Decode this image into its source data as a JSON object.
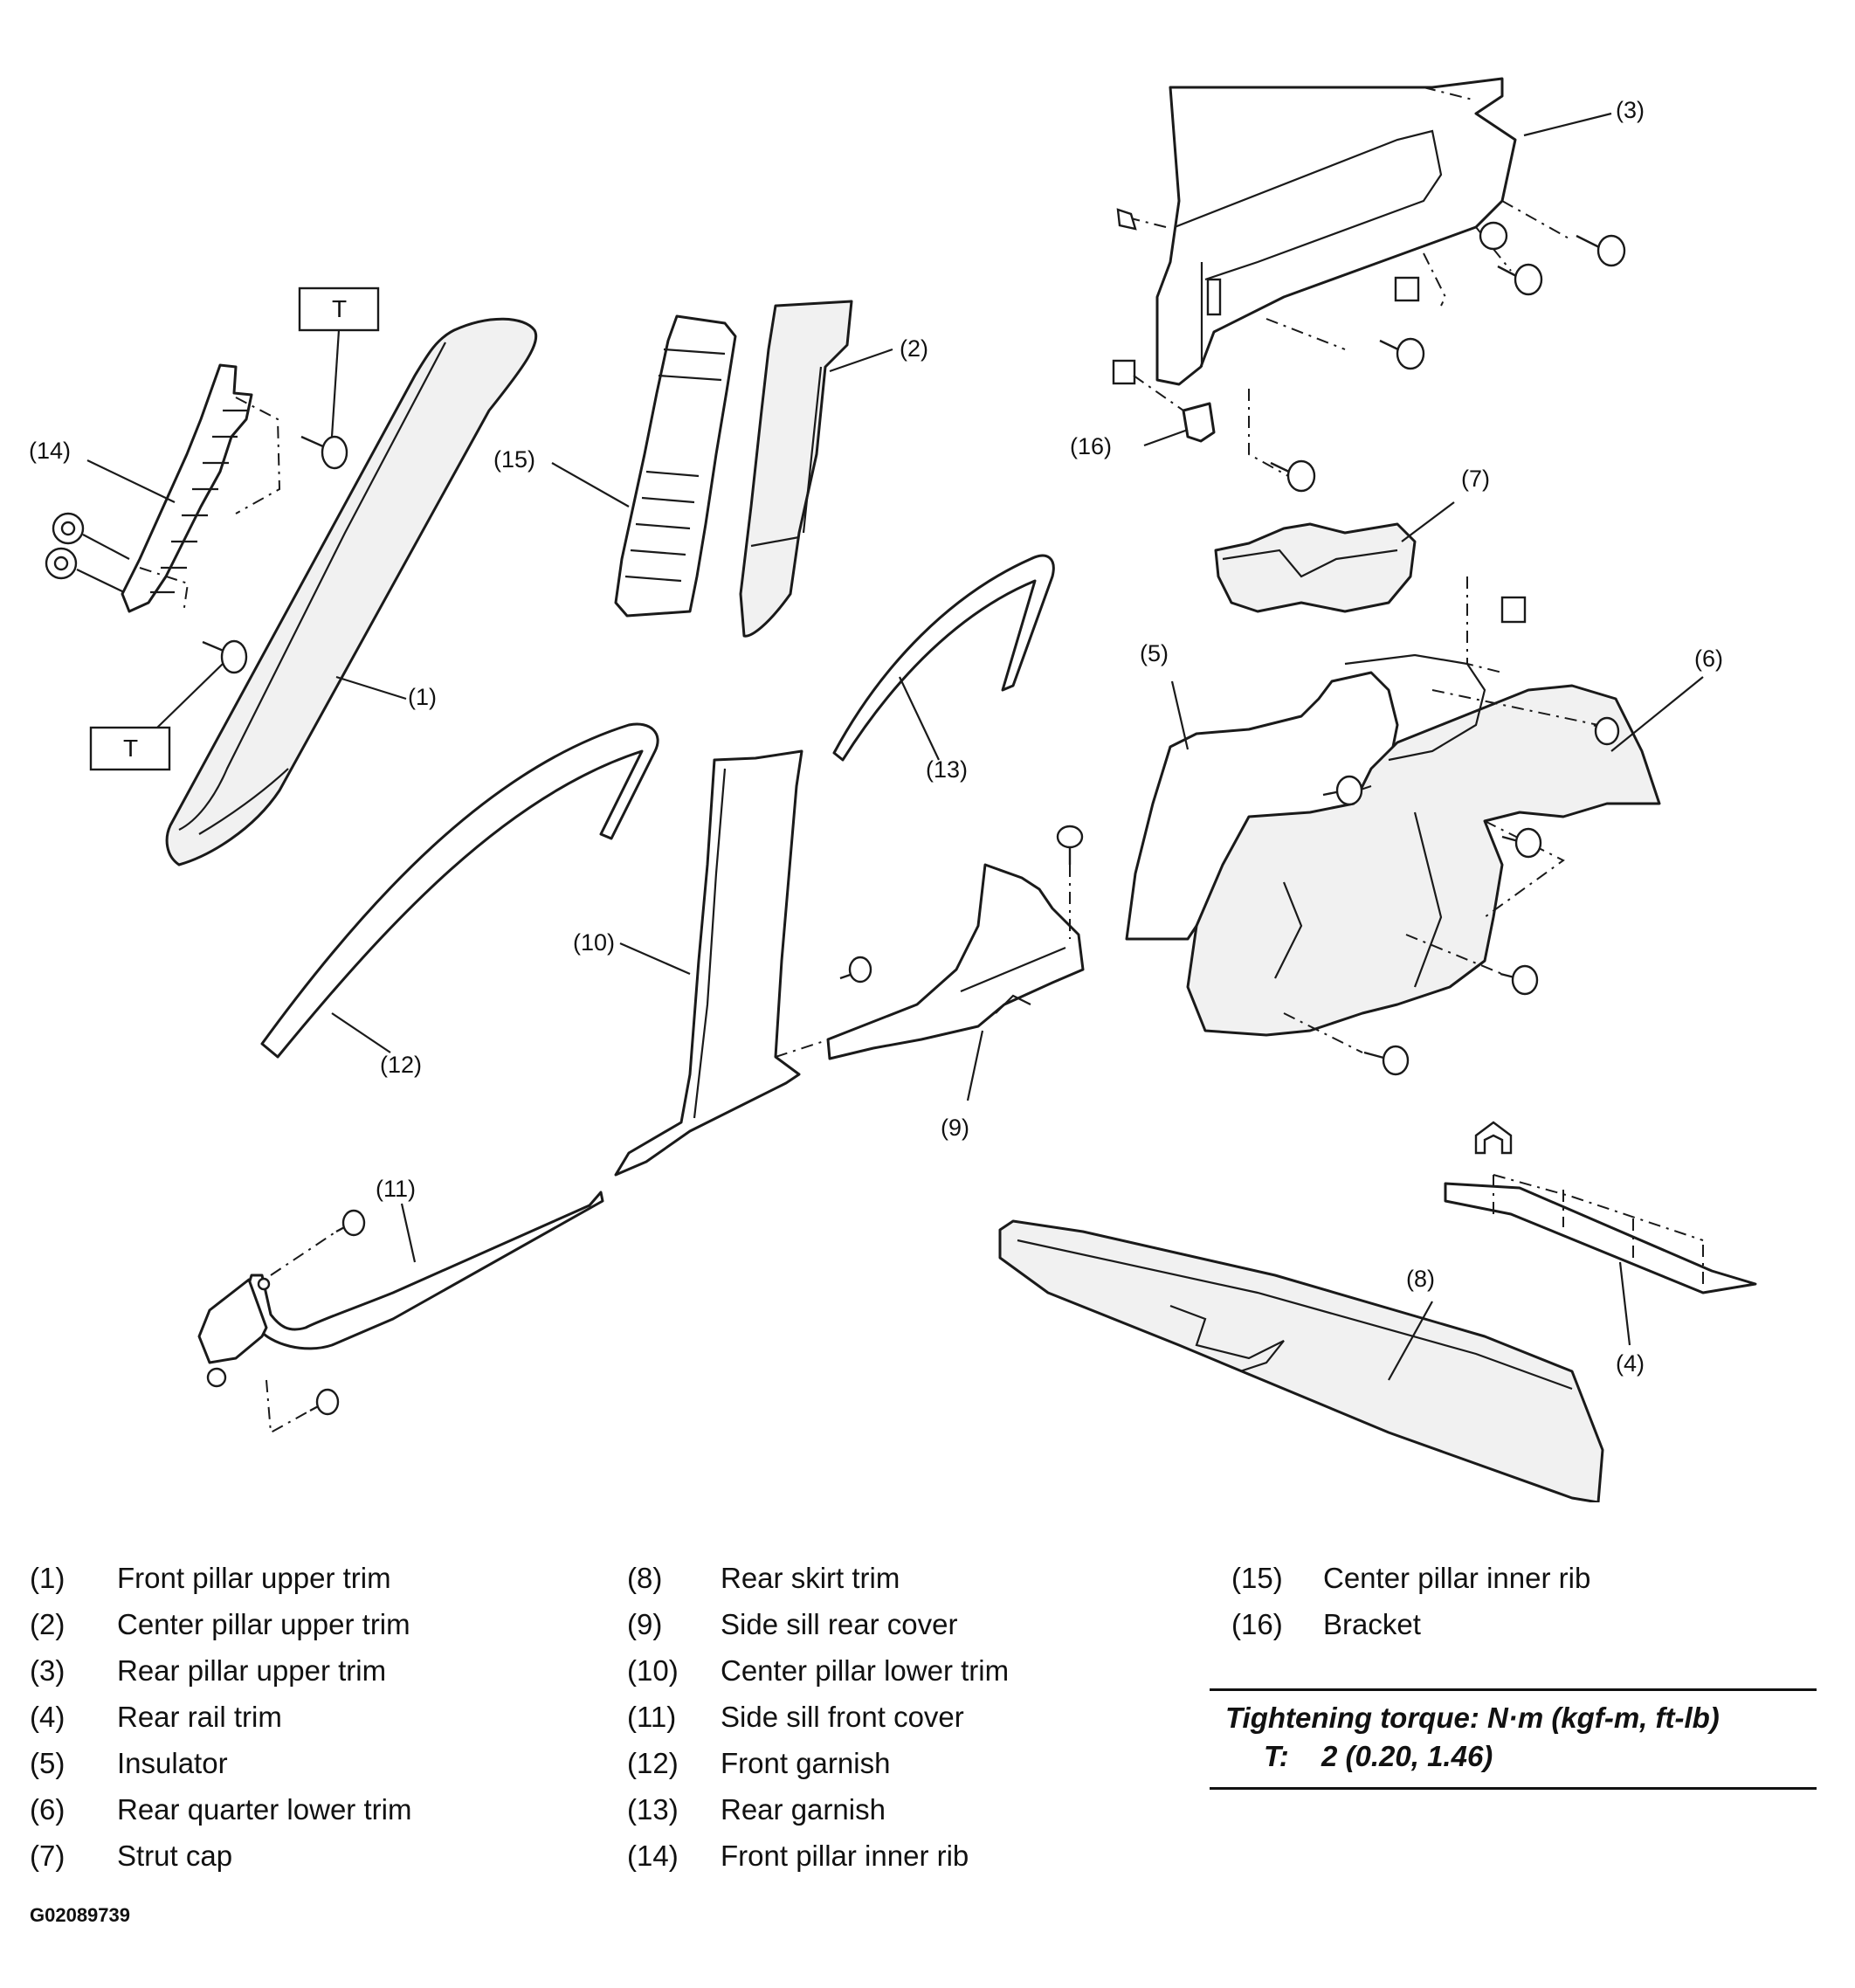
{
  "diagram": {
    "callouts": {
      "c1": "(1)",
      "c2": "(2)",
      "c3": "(3)",
      "c4": "(4)",
      "c5": "(5)",
      "c6": "(6)",
      "c7": "(7)",
      "c8": "(8)",
      "c9": "(9)",
      "c10": "(10)",
      "c11": "(11)",
      "c12": "(12)",
      "c13": "(13)",
      "c14": "(14)",
      "c15": "(15)",
      "c16": "(16)"
    },
    "torque_marker": "T"
  },
  "legend": {
    "col1": [
      {
        "num": "(1)",
        "label": "Front pillar upper trim"
      },
      {
        "num": "(2)",
        "label": "Center pillar upper trim"
      },
      {
        "num": "(3)",
        "label": "Rear pillar upper trim"
      },
      {
        "num": "(4)",
        "label": "Rear rail trim"
      },
      {
        "num": "(5)",
        "label": "Insulator"
      },
      {
        "num": "(6)",
        "label": "Rear quarter lower trim"
      },
      {
        "num": "(7)",
        "label": "Strut cap"
      }
    ],
    "col2": [
      {
        "num": "(8)",
        "label": "Rear skirt trim"
      },
      {
        "num": "(9)",
        "label": "Side sill rear cover"
      },
      {
        "num": "(10)",
        "label": "Center pillar lower trim"
      },
      {
        "num": "(11)",
        "label": "Side sill front cover"
      },
      {
        "num": "(12)",
        "label": "Front garnish"
      },
      {
        "num": "(13)",
        "label": "Rear garnish"
      },
      {
        "num": "(14)",
        "label": "Front pillar inner rib"
      }
    ],
    "col3": [
      {
        "num": "(15)",
        "label": "Center pillar inner rib"
      },
      {
        "num": "(16)",
        "label": "Bracket"
      }
    ]
  },
  "torque": {
    "title": "Tightening torque: N·m (kgf-m, ft-lb)",
    "symbol": "T:",
    "value": "2 (0.20, 1.46)"
  },
  "figure_id": "G02089739"
}
